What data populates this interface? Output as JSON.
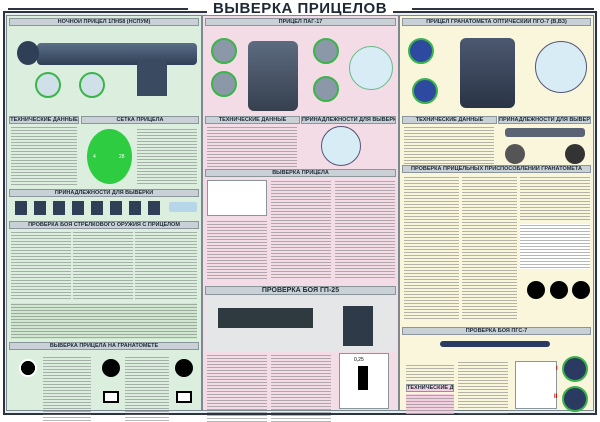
{
  "title": "ВЫВЕРКА ПРИЦЕЛОВ",
  "left": {
    "header": "НОЧНОЙ ПРИЦЕЛ 1ПН58 (НСПУМ)",
    "tech_header": "ТЕХНИЧЕСКИЕ ДАННЫЕ",
    "reticle_header": "СЕТКА ПРИЦЕЛА",
    "reticle_marks": [
      "4",
      "28"
    ],
    "accessories_header": "ПРИНАДЛЕЖНОСТИ ДЛЯ ВЫВЕРКИ",
    "check_header": "ПРОВЕРКА БОЯ СТРЕЛКОВОГО ОРУЖИЯ С ПРИЦЕЛОМ",
    "grenade_header": "ВЫВЕРКА ПРИЦЕЛА НА ГРАНАТОМЕТЕ"
  },
  "middle": {
    "header": "ПРИЦЕЛ ПАГ-17",
    "tech_header": "ТЕХНИЧЕСКИЕ ДАННЫЕ",
    "accessories_header": "ПРИНАДЛЕЖНОСТИ ДЛЯ ВЫВЕРКИ",
    "alignment_header": "ВЫВЕРКА ПРИЦЕЛА",
    "gp25_header": "ПРОВЕРКА БОЯ ГП-25",
    "target_label": "0,25"
  },
  "right": {
    "header": "ПРИЦЕЛ ГРАНАТОМЕТА ОПТИЧЕСКИЙ ПГО-7 (В,В3)",
    "tech_header": "ТЕХНИЧЕСКИЕ ДАННЫЕ",
    "accessories_header": "ПРИНАДЛЕЖНОСТИ ДЛЯ ВЫВЕРКИ",
    "devices_header": "ПРОВЕРКА ПРИЦЕЛЬНЫХ ПРИСПОСОБЛЕНИЙ ГРАНАТОМЕТА",
    "pgs_header": "ПРОВЕРКА БОЯ ПГС-7",
    "pgs_tech_header": "ТЕХНИЧЕСКИЕ ДАННЫЕ",
    "roman": [
      "I",
      "II"
    ]
  },
  "colors": {
    "left": "#dceede",
    "middle": "#f4dce6",
    "right": "#faf6dc",
    "reticle": "#2ecc40",
    "frame": "#2b3440"
  }
}
